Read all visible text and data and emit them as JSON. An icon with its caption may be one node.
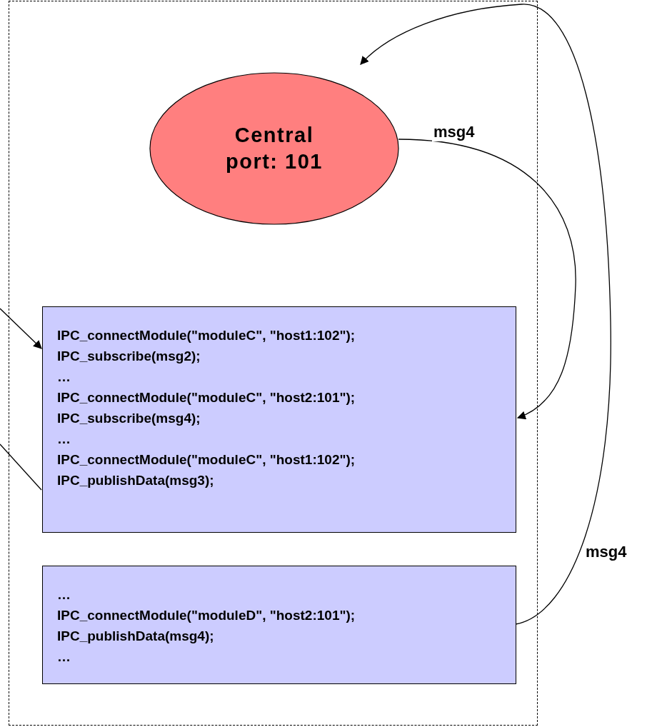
{
  "diagram": {
    "nodes": [
      {
        "text": [],
        "shape": "box"
      },
      {
        "text": [
          "Central port: 101"
        ],
        "in": 0
      },
      {
        "text": [
          "IPC_connectModule(\"moduleC\", \"host1:102\");",
          "IPC_subscribe(msg2);",
          "…",
          "IPC_connectModule(\"moduleC\", \"host2:101\");",
          "IPC_subscribe(msg4);",
          "…",
          "IPC_connectModule(\"moduleC\", \"host1:102\");",
          "IPC_publishData(msg3);"
        ],
        "in": 0
      },
      {
        "text": [
          "…",
          "IPC_connectModule(\"moduleD\", \"host2:101\");",
          "IPC_publishData(msg4);",
          "…"
        ],
        "in": 0
      }
    ],
    "edges": [
      {
        "from": null,
        "to": 2,
        "arrow": "to"
      },
      {
        "from": 2,
        "to": null,
        "arrow": "none"
      },
      {
        "from": 3,
        "to": 1,
        "arrow": "to",
        "label": "msg4"
      },
      {
        "from": 1,
        "to": 2,
        "arrow": "to",
        "label": "msg4"
      }
    ]
  }
}
